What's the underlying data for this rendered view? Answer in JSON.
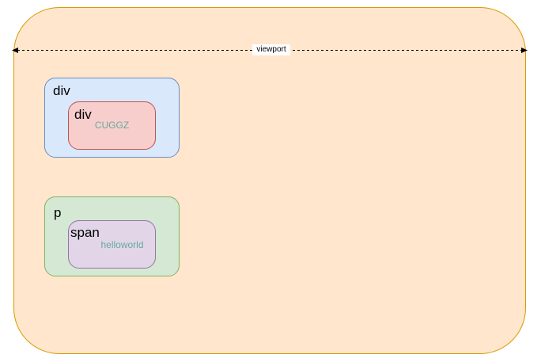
{
  "viewport": {
    "label": "viewport"
  },
  "tree": {
    "outer_div": {
      "tag": "div",
      "child": {
        "tag": "div",
        "text": "CUGGZ"
      }
    },
    "outer_p": {
      "tag": "p",
      "child": {
        "tag": "span",
        "text": "helloworld"
      }
    }
  },
  "colors": {
    "viewport_fill": "#ffe6cc",
    "viewport_stroke": "#d79b00",
    "div_fill": "#dae8fc",
    "div_stroke": "#6c8ebf",
    "inner_div_fill": "#f8cecc",
    "inner_div_stroke": "#b85450",
    "p_fill": "#d5e8d4",
    "p_stroke": "#82b366",
    "span_fill": "#e1d5e7",
    "span_stroke": "#9673a6",
    "content_text": "#67ab9f"
  }
}
